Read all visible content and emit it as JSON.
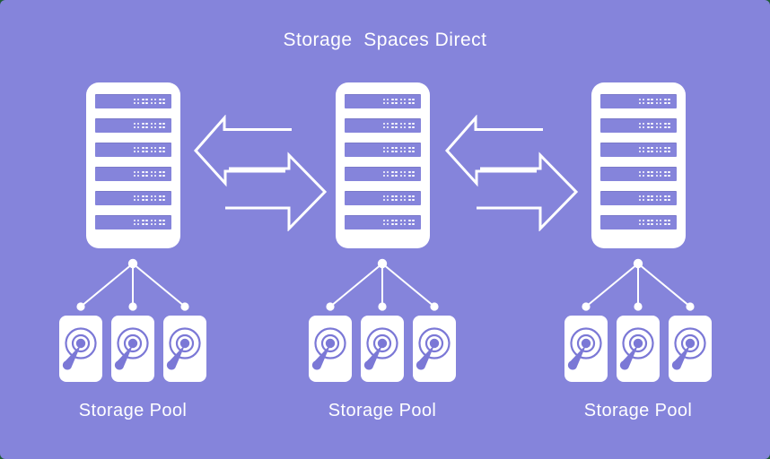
{
  "title": "Storage  Spaces Direct",
  "colors": {
    "background": "#8584DB",
    "corner_background": "#215C38",
    "surface_white": "#FFFFFF",
    "disk_accent": "#7B78D6"
  },
  "icons": {
    "server": "server-tower-icon",
    "disk": "hard-disk-icon",
    "connector": "fan-out-connector-icon",
    "arrows": "sync-arrows-icon"
  },
  "clusters": [
    {
      "name": "node-1",
      "slot_count": 6,
      "disk_count": 3,
      "pool_label": "Storage Pool"
    },
    {
      "name": "node-2",
      "slot_count": 6,
      "disk_count": 3,
      "pool_label": "Storage Pool"
    },
    {
      "name": "node-3",
      "slot_count": 6,
      "disk_count": 3,
      "pool_label": "Storage Pool"
    }
  ],
  "arrow_pairs": 2
}
